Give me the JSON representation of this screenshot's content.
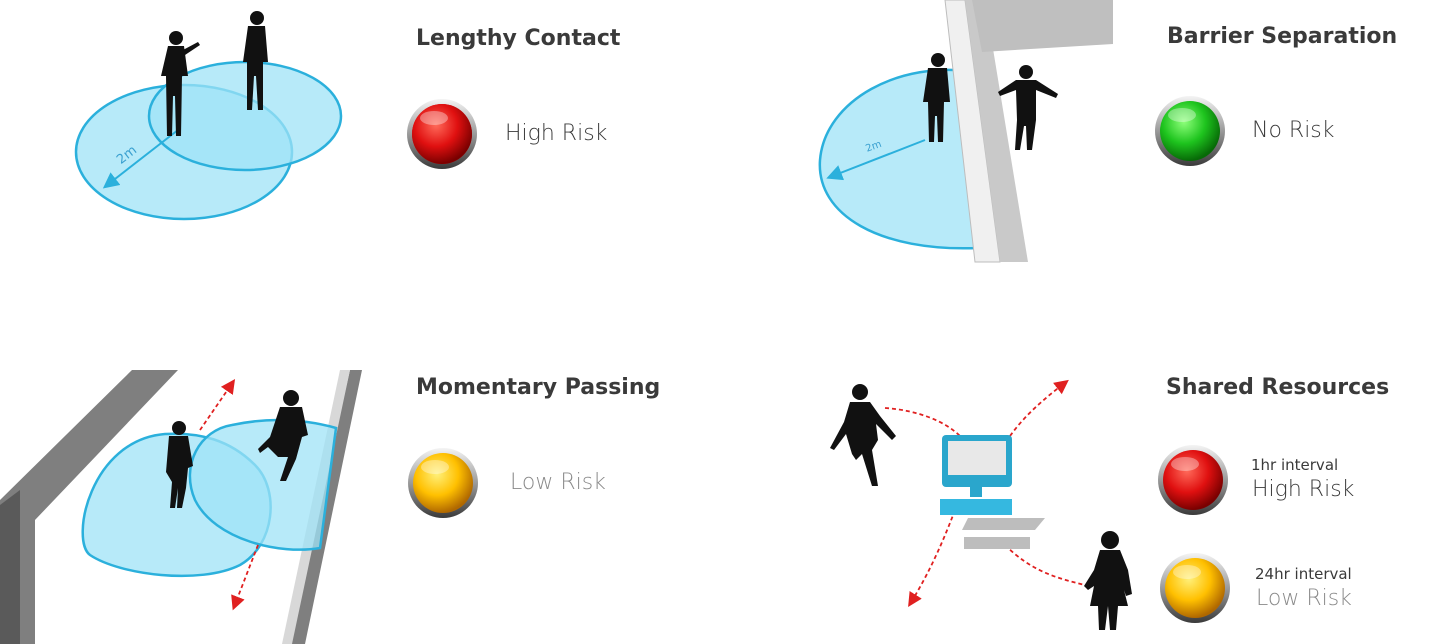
{
  "panels": {
    "lengthy_contact": {
      "title": "Lengthy Contact",
      "risk": "High Risk",
      "distance": "2m",
      "indicator_color": "#e01010"
    },
    "barrier_separation": {
      "title": "Barrier Separation",
      "risk": "No Risk",
      "distance": "2m",
      "indicator_color": "#1ec41e"
    },
    "momentary_passing": {
      "title": "Momentary Passing",
      "risk": "Low Risk",
      "indicator_color": "#ffc000"
    },
    "shared_resources": {
      "title": "Shared Resources",
      "items": [
        {
          "interval": "1hr interval",
          "risk": "High Risk",
          "indicator_color": "#e01010"
        },
        {
          "interval": "24hr interval",
          "risk": "Low Risk",
          "indicator_color": "#ffc000"
        }
      ]
    }
  },
  "colors": {
    "zone_fill": "#9fe3f7",
    "zone_stroke": "#2bb0dc",
    "arrow_red": "#e02020",
    "monitor": "#2aa6cc"
  }
}
